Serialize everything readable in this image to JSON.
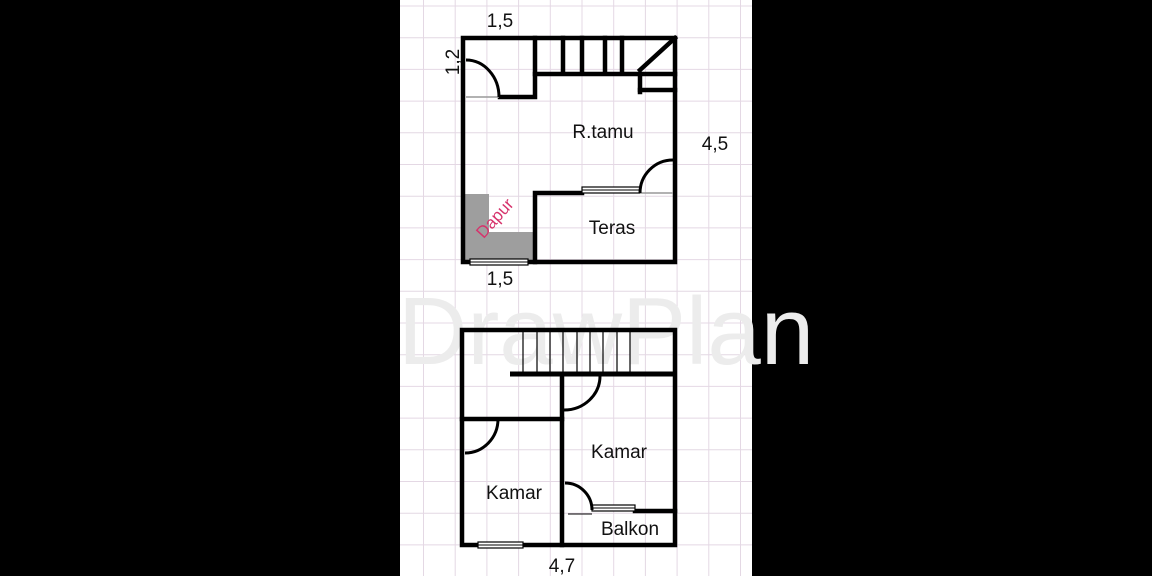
{
  "watermark": "DrawPlan",
  "colors": {
    "grid": "#e4d8e4",
    "kitchen_fill": "#9e9e9e",
    "kitchen_label": "#d6336c",
    "walls": "#000000"
  },
  "ground_floor": {
    "dim_top": "1,5",
    "dim_left": "1,2",
    "dim_right": "4,5",
    "dim_bottom": "1,5",
    "rooms": {
      "living": "R.tamu",
      "porch": "Teras",
      "kitchen": "Dapur"
    }
  },
  "upper_floor": {
    "dim_bottom": "4,7",
    "rooms": {
      "bedroom_right": "Kamar",
      "bedroom_left": "Kamar",
      "balcony": "Balkon"
    }
  }
}
